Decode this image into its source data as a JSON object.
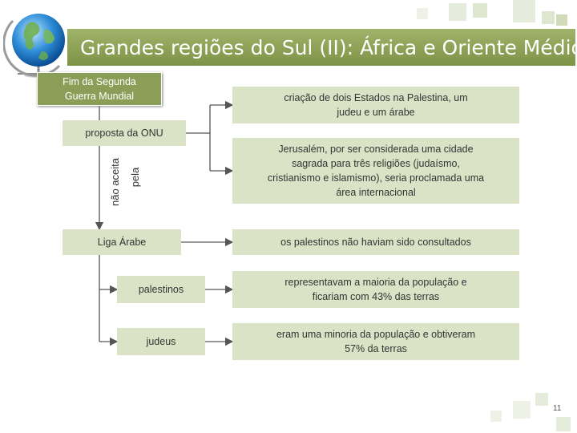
{
  "slide": {
    "title": "Grandes regiões do Sul (II): África e Oriente Médio",
    "page_number": "11"
  },
  "diagram": {
    "top_left": "Fim da Segunda Guerra Mundial",
    "onu": "proposta da ONU",
    "vertical_1": "não aceita",
    "vertical_2": "pela",
    "liga": "Liga Árabe",
    "palestinos": "palestinos",
    "judeus": "judeus",
    "right_1": "criação de dois Estados na Palestina, um judeu e um árabe",
    "right_2": "Jerusalém, por ser considerada uma cidade sagrada para três religiões (judaísmo, cristianismo e islamismo), seria proclamada uma área internacional",
    "right_3": "os palestinos não haviam sido consultados",
    "right_4": "representavam a maioria da população e ficariam com 43% das terras",
    "right_5": "eram uma minoria da população e obtiveram 57% da terras"
  },
  "colors": {
    "title_bar": "#8a9e58",
    "dark_box": "#8a9e58",
    "light_box": "#dbe3c7",
    "connector": "#555555"
  },
  "icons": [
    "globe-icon"
  ]
}
